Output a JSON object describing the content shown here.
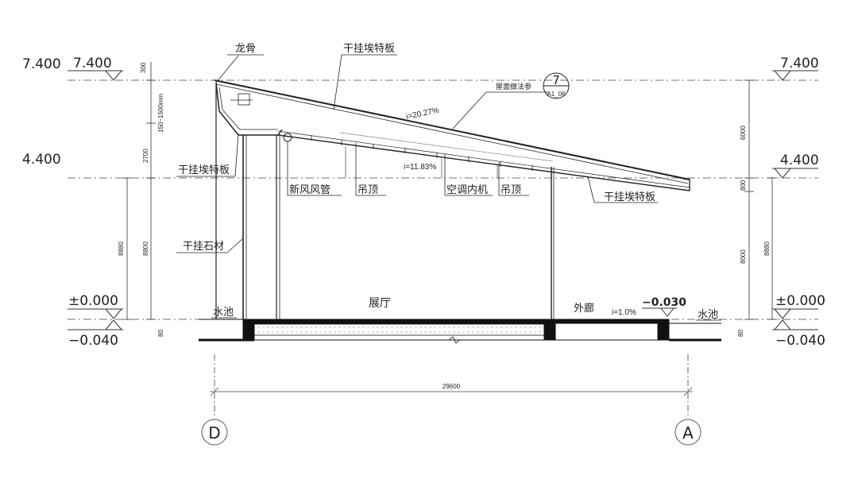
{
  "levels": {
    "left_outer_top": "7.400",
    "left_inner_top": "7.400",
    "left_outer_mid": "4.400",
    "left_zero": "±0.000",
    "left_neg": "−0.040",
    "right_top": "7.400",
    "right_mid": "4.400",
    "right_zero": "±0.000",
    "right_neg": "−0.040",
    "corridor": "−0.030"
  },
  "labels": {
    "keel": "龙骨",
    "panel_top": "干挂埃特板",
    "panel_left": "干挂埃特板",
    "panel_right": "干挂埃特板",
    "stone": "干挂石材",
    "fresh_air": "新风风管",
    "ceiling_1": "吊顶",
    "ac_unit": "空调内机",
    "ceiling_2": "吊顶",
    "hall": "展厅",
    "corridor": "外廊",
    "pool_left": "水池",
    "pool_right": "水池",
    "roof_ref": "屋面做法参",
    "detail_no": "7",
    "detail_sheet": "A1_06"
  },
  "slopes": {
    "roof": "i=20.27%",
    "ceiling": "i=11.83%",
    "corridor": "i=1.0%"
  },
  "dims": {
    "l_300": "300",
    "l_range": "150~1500mm",
    "l_2700": "2700",
    "l_8800": "8800",
    "l_8880": "8880",
    "l_80": "80",
    "r_6000": "6000",
    "r_800": "800",
    "r_8000": "8000",
    "r_8880": "8880",
    "r_80": "80",
    "total": "29600"
  },
  "axes": {
    "left": "D",
    "right": "A"
  }
}
